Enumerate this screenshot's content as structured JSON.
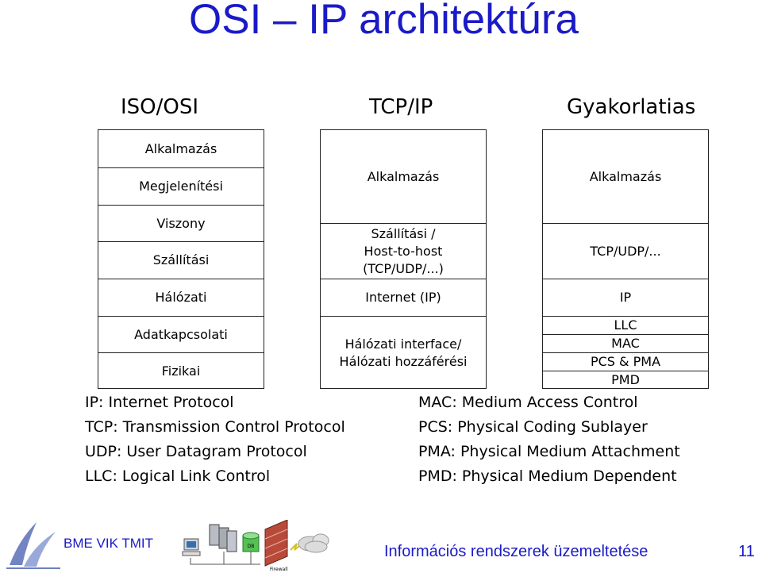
{
  "slide": {
    "title": "OSI – IP architektúra",
    "colors": {
      "title": "#1a1ac8",
      "border": "#222222"
    }
  },
  "columns": [
    {
      "header": "ISO/OSI",
      "layers": [
        "Alkalmazás",
        "Megjelenítési",
        "Viszony",
        "Szállítási",
        "Hálózati",
        "Adatkapcsolati",
        "Fizikai"
      ]
    },
    {
      "header": "TCP/IP",
      "layers": [
        "Alkalmazás",
        "Szállítási /\nHost-to-host\n(TCP/UDP/...)",
        "Internet (IP)",
        "Hálózati interface/\nHálózati hozzáférési"
      ]
    },
    {
      "header": "Gyakorlatias",
      "layers": [
        "Alkalmazás",
        "TCP/UDP/...",
        "IP",
        "LLC",
        "MAC",
        "PCS & PMA",
        "PMD"
      ]
    }
  ],
  "legend": {
    "left": [
      "IP: Internet Protocol",
      "TCP: Transmission Control Protocol",
      "UDP: User Datagram Protocol",
      "LLC: Logical Link Control"
    ],
    "right": [
      "MAC: Medium Access Control",
      "PCS: Physical Coding Sublayer",
      "PMA: Physical Medium Attachment",
      "PMD: Physical Medium Dependent"
    ]
  },
  "footer": {
    "org": "BME VIK TMIT",
    "course": "Információs rendszerek üzemeltetése",
    "page": "11",
    "art_labels": {
      "firewall": "Firewall",
      "db": "DB"
    }
  }
}
